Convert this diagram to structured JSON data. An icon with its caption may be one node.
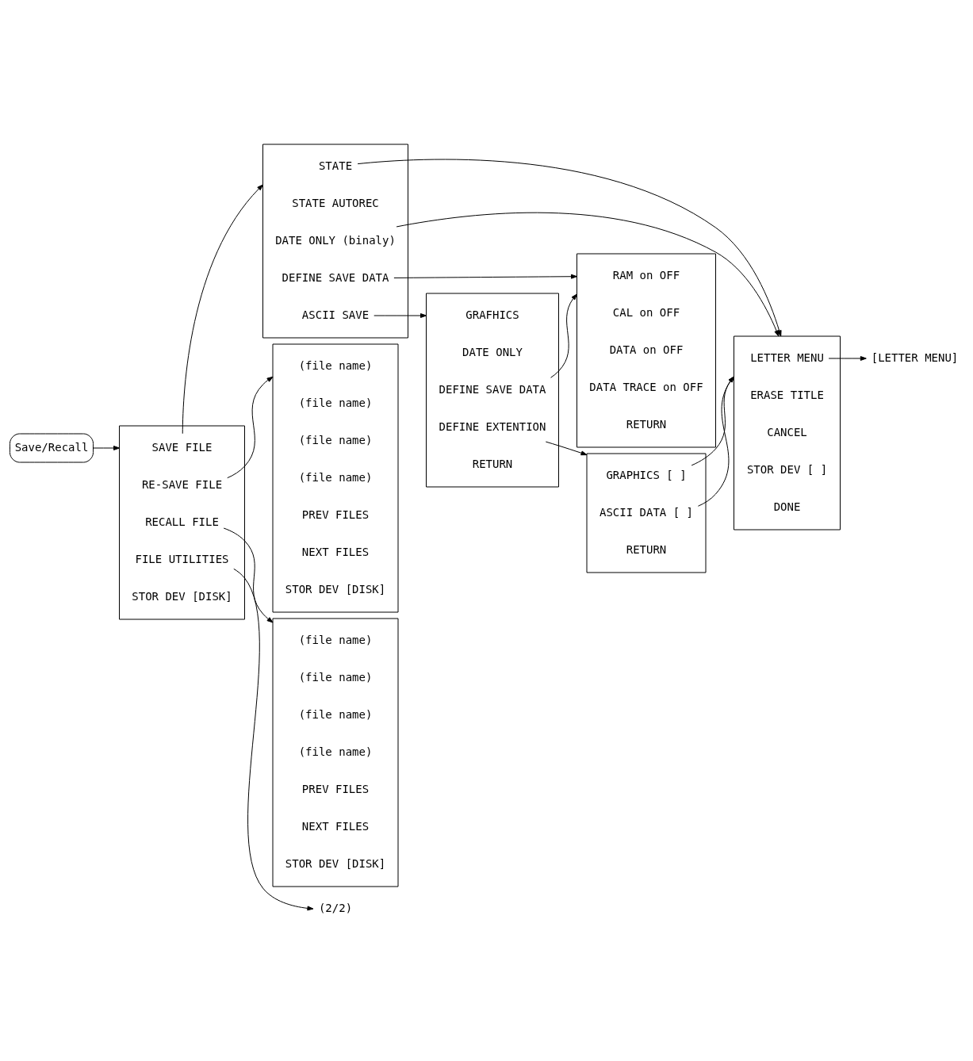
{
  "diagram": {
    "nodes": [
      {
        "text": [
          "Save/Recall"
        ]
      },
      {
        "text": [],
        "shape": "box"
      },
      {
        "text": [
          "SAVE FILE"
        ],
        "in": 1
      },
      {
        "text": [
          "RE-SAVE FILE"
        ],
        "in": 1
      },
      {
        "text": [
          "RECALL FILE"
        ],
        "in": 1
      },
      {
        "text": [
          "FILE UTILITIES"
        ],
        "in": 1
      },
      {
        "text": [
          "STOR DEV [DISK]"
        ],
        "in": 1
      },
      {
        "text": [],
        "shape": "box"
      },
      {
        "text": [
          "STATE"
        ],
        "in": 7
      },
      {
        "text": [
          "STATE AUTOREC"
        ],
        "in": 7
      },
      {
        "text": [
          "DATE ONLY (binaly)"
        ],
        "in": 7
      },
      {
        "text": [
          "DEFINE SAVE DATA"
        ],
        "in": 7
      },
      {
        "text": [
          "ASCII SAVE"
        ],
        "in": 7
      },
      {
        "text": [],
        "shape": "box"
      },
      {
        "text": [
          "LETTER MENU"
        ],
        "in": 13
      },
      {
        "text": [
          "ERASE TITLE"
        ],
        "in": 13
      },
      {
        "text": [
          "CANCEL"
        ],
        "in": 13
      },
      {
        "text": [
          "STOR DEV [ ]"
        ],
        "in": 13
      },
      {
        "text": [
          "DONE"
        ],
        "in": 13
      },
      {
        "text": [
          "[LETTER MENU]"
        ]
      },
      {
        "text": [],
        "shape": "box"
      },
      {
        "text": [
          "GRAFHICS"
        ],
        "in": 20
      },
      {
        "text": [
          "DATE ONLY"
        ],
        "in": 20
      },
      {
        "text": [
          "DEFINE SAVE DATA"
        ],
        "in": 20
      },
      {
        "text": [
          "DEFINE EXTENTION"
        ],
        "in": 20
      },
      {
        "text": [
          "RETURN"
        ],
        "in": 20
      },
      {
        "text": [],
        "shape": "box"
      },
      {
        "text": [
          "RAM on OFF"
        ],
        "in": 26
      },
      {
        "text": [
          "CAL on OFF"
        ],
        "in": 26
      },
      {
        "text": [
          "DATA on OFF"
        ],
        "in": 26
      },
      {
        "text": [
          "DATA TRACE on OFF"
        ],
        "in": 26
      },
      {
        "text": [
          "RETURN"
        ],
        "in": 26
      },
      {
        "text": [],
        "shape": "box"
      },
      {
        "text": [
          "(file name)"
        ],
        "in": 32
      },
      {
        "text": [
          "(file name)"
        ],
        "in": 32
      },
      {
        "text": [
          "(file name)"
        ],
        "in": 32
      },
      {
        "text": [
          "(file name)"
        ],
        "in": 32
      },
      {
        "text": [
          "PREV FILES"
        ],
        "in": 32
      },
      {
        "text": [
          "NEXT FILES"
        ],
        "in": 32
      },
      {
        "text": [
          "STOR DEV [DISK]"
        ],
        "in": 32
      },
      {
        "text": [],
        "shape": "box"
      },
      {
        "text": [
          "GRAPHICS [ ]"
        ],
        "in": 40
      },
      {
        "text": [
          "ASCII DATA [ ]"
        ],
        "in": 40
      },
      {
        "text": [
          "RETURN"
        ],
        "in": 40
      },
      {
        "text": [],
        "shape": "box"
      },
      {
        "text": [
          "(file name)"
        ],
        "in": 44
      },
      {
        "text": [
          "(file name)"
        ],
        "in": 44
      },
      {
        "text": [
          "(file name)"
        ],
        "in": 44
      },
      {
        "text": [
          "(file name)"
        ],
        "in": 44
      },
      {
        "text": [
          "PREV FILES"
        ],
        "in": 44
      },
      {
        "text": [
          "NEXT FILES"
        ],
        "in": 44
      },
      {
        "text": [
          "STOR DEV [DISK]"
        ],
        "in": 44
      },
      {
        "text": [
          "(2/2)"
        ]
      }
    ],
    "edges": [
      {
        "from": 0,
        "to": 1,
        "arrow": "to"
      },
      {
        "from": 2,
        "to": 7,
        "arrow": "to"
      },
      {
        "from": 8,
        "to": 13,
        "arrow": "to"
      },
      {
        "from": 10,
        "to": 13,
        "arrow": "to"
      },
      {
        "from": 11,
        "to": 26,
        "arrow": "to"
      },
      {
        "from": 12,
        "to": 20,
        "arrow": "to"
      },
      {
        "from": 14,
        "to": 19,
        "arrow": "to"
      },
      {
        "from": 23,
        "to": 26,
        "arrow": "to"
      },
      {
        "from": 24,
        "to": 40,
        "arrow": "to"
      },
      {
        "from": 41,
        "to": 13,
        "arrow": "to"
      },
      {
        "from": 42,
        "to": 13,
        "arrow": "to"
      },
      {
        "from": 3,
        "to": 32,
        "arrow": "to"
      },
      {
        "from": 4,
        "to": 44,
        "arrow": "to"
      },
      {
        "from": 5,
        "to": 52,
        "arrow": "to"
      }
    ]
  }
}
